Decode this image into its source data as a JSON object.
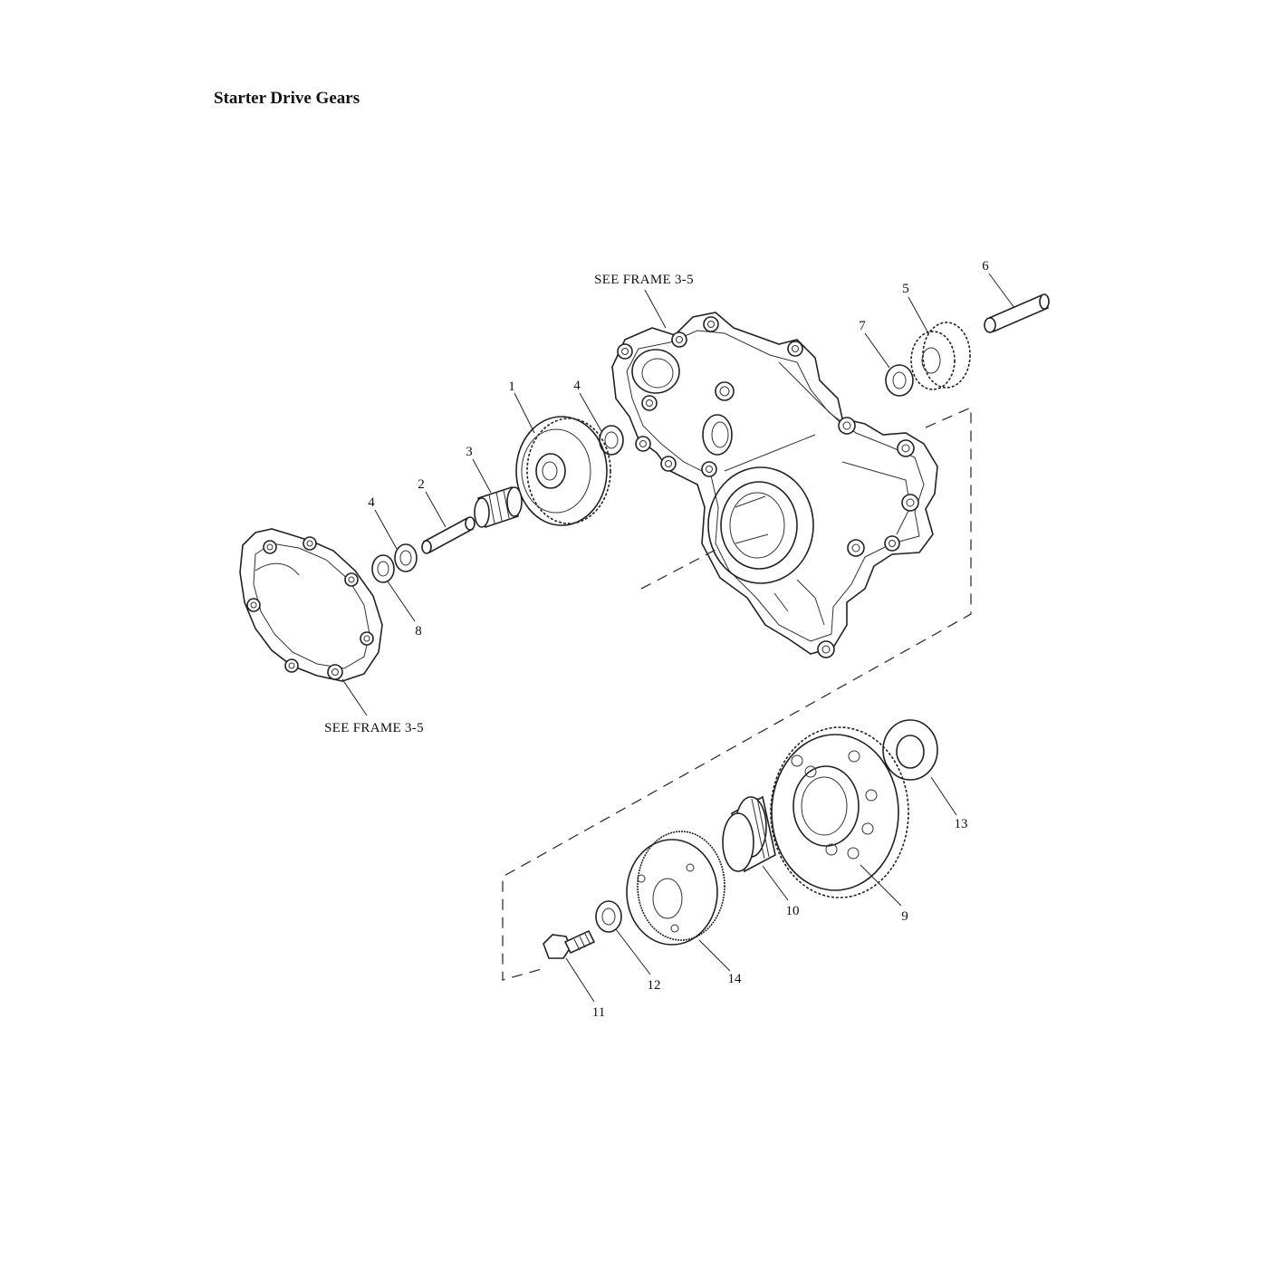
{
  "title": "Starter Drive Gears",
  "references": {
    "upper": "SEE FRAME 3-5",
    "lower": "SEE FRAME 3-5"
  },
  "callouts": {
    "c1": "1",
    "c2": "2",
    "c3": "3",
    "c4a": "4",
    "c4b": "4",
    "c5": "5",
    "c6": "6",
    "c7": "7",
    "c8": "8",
    "c9": "9",
    "c10": "10",
    "c11": "11",
    "c12": "12",
    "c13": "13",
    "c14": "14"
  }
}
